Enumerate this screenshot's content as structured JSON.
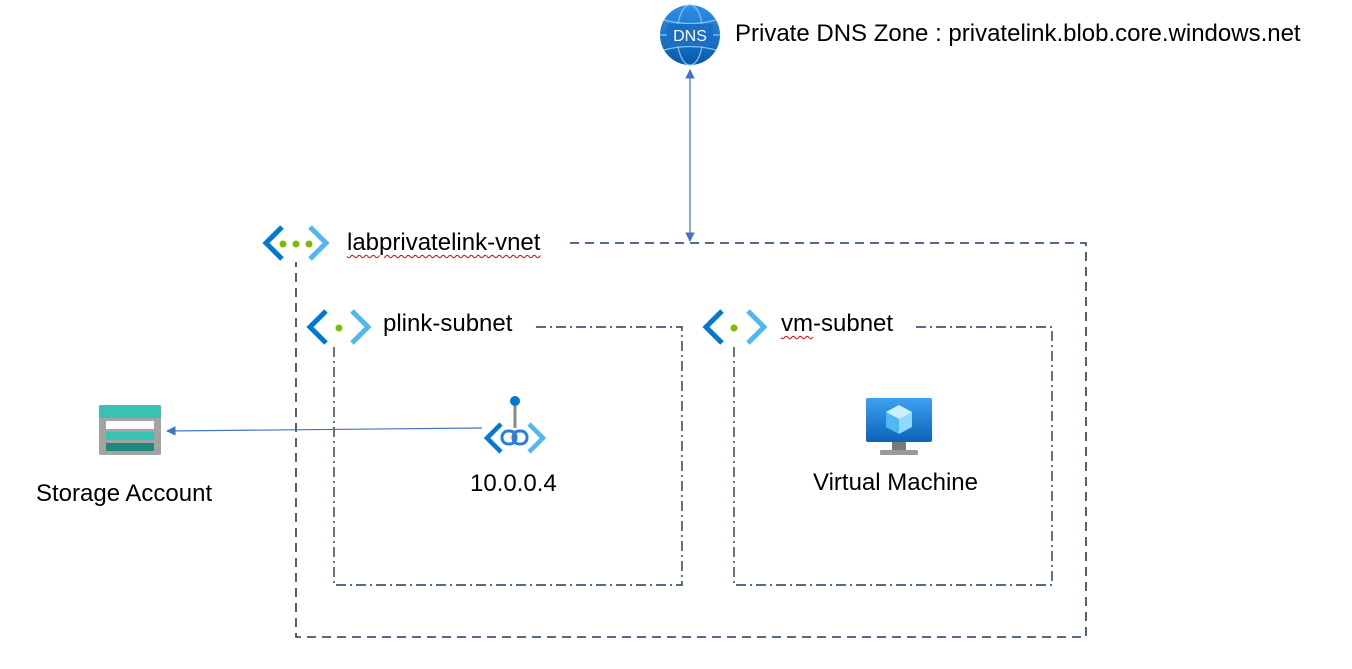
{
  "dns": {
    "badge": "DNS",
    "label": "Private DNS Zone : privatelink.blob.core.windows.net",
    "icon": "dns-globe-icon"
  },
  "vnet": {
    "label": "labprivatelink-vnet",
    "icon": "virtual-network-icon"
  },
  "subnets": [
    {
      "label": "plink-subnet",
      "icon": "subnet-icon"
    },
    {
      "label_prefix": "vm",
      "label_suffix": "-subnet",
      "icon": "subnet-icon"
    }
  ],
  "private_endpoint": {
    "ip": "10.0.0.4",
    "icon": "private-endpoint-icon"
  },
  "virtual_machine": {
    "label": "Virtual Machine",
    "icon": "virtual-machine-icon"
  },
  "storage": {
    "label": "Storage Account",
    "icon": "storage-account-icon"
  },
  "colors": {
    "border": "#1f3864",
    "arrow": "#4472c4",
    "azure_blue": "#0078d4",
    "azure_light": "#50e6ff",
    "dot_green": "#7fba00",
    "storage_teal": "#37c2b1"
  }
}
